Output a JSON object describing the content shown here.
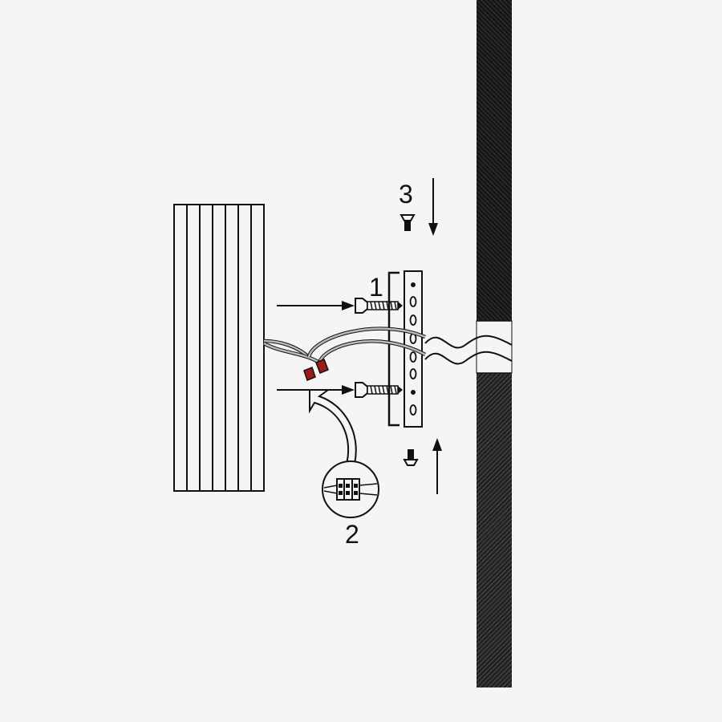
{
  "steps": {
    "step1": "1",
    "step2": "2",
    "step3": "3"
  },
  "colors": {
    "background": "#f5f5f5",
    "line": "#111111",
    "wall": "#1a1a1a",
    "wire": "#bbbbbb",
    "connector": "#a01818"
  },
  "parts": {
    "fixture": "ribbed-lamp-body",
    "bracket": "mounting-bracket",
    "screws": "wall-screw-icon",
    "set_screws": "set-screw-icon",
    "connector": "wire-connector-icon",
    "wall": "hatched-wall-section"
  }
}
